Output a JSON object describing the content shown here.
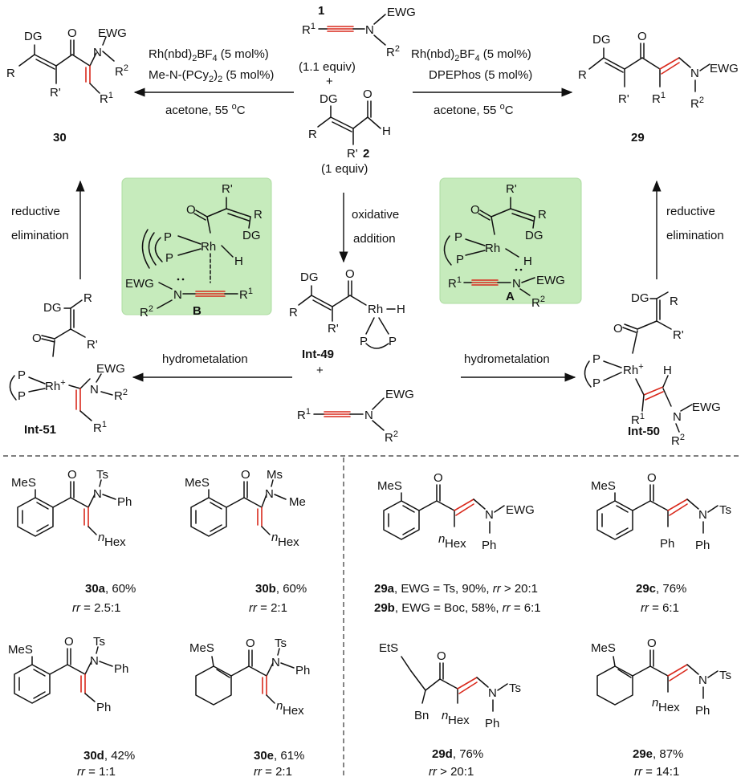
{
  "top": {
    "reagent1": {
      "number": "1",
      "equiv": "(1.1 equiv)",
      "plus": "+",
      "labels": {
        "R1": "R",
        "EWG": "EWG",
        "R2": "R",
        "N": "N"
      }
    },
    "reagent2": {
      "number": "2",
      "equiv": "(1 equiv)",
      "labels": {
        "DG": "DG",
        "O": "O",
        "H": "H",
        "R": "R",
        "Rp": "R'"
      }
    },
    "left_conditions": {
      "line1": "Rh(nbd)2BF4 (5 mol%)",
      "line2": "Me-N-(PCy2)2 (5 mol%)",
      "line3": "acetone, 55 °C"
    },
    "right_conditions": {
      "line1": "Rh(nbd)2BF4 (5 mol%)",
      "line2": "DPEPhos (5 mol%)",
      "line3": "acetone, 55 °C"
    },
    "product30": {
      "number": "30",
      "labels": {
        "DG": "DG",
        "O": "O",
        "EWG": "EWG",
        "N": "N",
        "R2": "R2",
        "R": "R",
        "Rp": "R'",
        "R1": "R1"
      }
    },
    "product29": {
      "number": "29",
      "labels": {
        "DG": "DG",
        "O": "O",
        "EWG": "EWG",
        "N": "N",
        "R2": "R2",
        "R": "R",
        "Rp": "R'",
        "R1": "R1"
      }
    }
  },
  "mechanism": {
    "left_step1": {
      "line1": "reductive",
      "line2": "elimination"
    },
    "right_step1": {
      "line1": "reductive",
      "line2": "elimination"
    },
    "center_step": {
      "line1": "oxidative",
      "line2": "addition"
    },
    "left_hydro": "hydrometalation",
    "right_hydro": "hydrometalation",
    "intB": {
      "label": "B"
    },
    "intA": {
      "label": "A"
    },
    "int49": {
      "label": "Int-49",
      "plus": "+"
    },
    "int50": {
      "label": "Int-50"
    },
    "int51": {
      "label": "Int-51"
    }
  },
  "examples": [
    {
      "id": "30a",
      "yield": ", 60%",
      "rr_label": "rr",
      "rr_value": " = 2.5:1",
      "subs": [
        "MeS",
        "O",
        "Ts",
        "N",
        "Ph",
        "Hex"
      ]
    },
    {
      "id": "30b",
      "yield": ", 60%",
      "rr_label": "rr",
      "rr_value": " = 2:1",
      "subs": [
        "MeS",
        "O",
        "Ms",
        "N",
        "Me",
        "Hex"
      ]
    },
    {
      "id": "29a",
      "yield": ", EWG = Ts, 90%, ",
      "rr_label": "rr",
      "rr_value": " > 20:1",
      "subs": [
        "MeS",
        "O",
        "EWG",
        "N",
        "Ph",
        "Hex"
      ]
    },
    {
      "id": "29b",
      "yield": ", EWG = Boc, 58%, ",
      "rr_label": "rr",
      "rr_value": " = 6:1"
    },
    {
      "id": "29c",
      "yield": ", 76%",
      "rr_label": "rr",
      "rr_value": " = 6:1",
      "subs": [
        "MeS",
        "O",
        "Ts",
        "N",
        "Ph",
        "Ph"
      ]
    },
    {
      "id": "30d",
      "yield": ", 42%",
      "rr_label": "rr",
      "rr_value": " = 1:1",
      "subs": [
        "MeS",
        "O",
        "Ts",
        "N",
        "Ph",
        "Ph"
      ]
    },
    {
      "id": "30e",
      "yield": ", 61%",
      "rr_label": "rr",
      "rr_value": " = 2:1",
      "subs": [
        "MeS",
        "O",
        "Ts",
        "N",
        "Ph",
        "Hex"
      ]
    },
    {
      "id": "29d",
      "yield": ", 76%",
      "rr_label": "rr",
      "rr_value": " > 20:1",
      "subs": [
        "EtS",
        "O",
        "Bn",
        "Ts",
        "N",
        "Ph",
        "Hex"
      ]
    },
    {
      "id": "29e",
      "yield": ", 87%",
      "rr_label": "rr",
      "rr_value": " = 14:1",
      "subs": [
        "MeS",
        "O",
        "Ts",
        "N",
        "Ph",
        "Hex"
      ]
    }
  ],
  "colors": {
    "highlight_bond": "#d9291c",
    "intermediate_box": "#c6ebbc"
  }
}
